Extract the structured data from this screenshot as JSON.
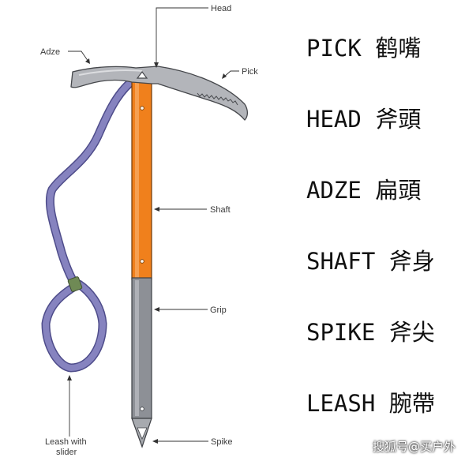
{
  "colors": {
    "head": "#b3b5ba",
    "shaft": "#f0801c",
    "grip": "#8d9096",
    "leash": "#8683bf",
    "leader": "#333333"
  },
  "callouts": {
    "head": "Head",
    "adze": "Adze",
    "pick": "Pick",
    "shaft": "Shaft",
    "grip": "Grip",
    "spike": "Spike",
    "leash_line1": "Leash with",
    "leash_line2": "slider"
  },
  "glossary": [
    {
      "en": "PICK",
      "zh": "鹤嘴"
    },
    {
      "en": "HEAD",
      "zh": "斧頭"
    },
    {
      "en": "ADZE",
      "zh": "扁頭"
    },
    {
      "en": "SHAFT",
      "zh": "斧身"
    },
    {
      "en": "SPIKE",
      "zh": "斧尖"
    },
    {
      "en": "LEASH",
      "zh": "腕帶"
    }
  ],
  "watermark": "搜狐号@买户外"
}
